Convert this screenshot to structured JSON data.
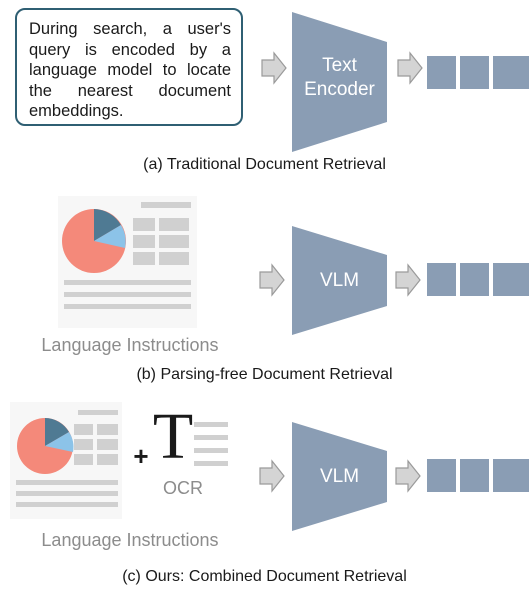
{
  "query_text": "During search, a user's query is encoded by a language model to locate the nearest document embeddings.",
  "encoder_label_line1": "Text",
  "encoder_label_line2": "Encoder",
  "caption_a": "(a) Traditional Document Retrieval",
  "vlm_label_b": "VLM",
  "lang_instr_b": "Language Instructions",
  "caption_b": "(b) Parsing-free Document Retrieval",
  "plus_sign": "+",
  "ocr_glyph": "T",
  "ocr_label": "OCR",
  "vlm_label_c": "VLM",
  "lang_instr_c": "Language Instructions",
  "caption_c": "(c) Ours: Combined Document Retrieval",
  "colors": {
    "encoder": "#8a9db4",
    "embedding": "#8a9db4",
    "arrow": "#b3b3b3",
    "box_border": "#2f5f73",
    "pie_main": "#f4897a",
    "pie_dark": "#4f7a93",
    "pie_light": "#8cc3e8",
    "doc_lines": "#d0d0d0"
  }
}
